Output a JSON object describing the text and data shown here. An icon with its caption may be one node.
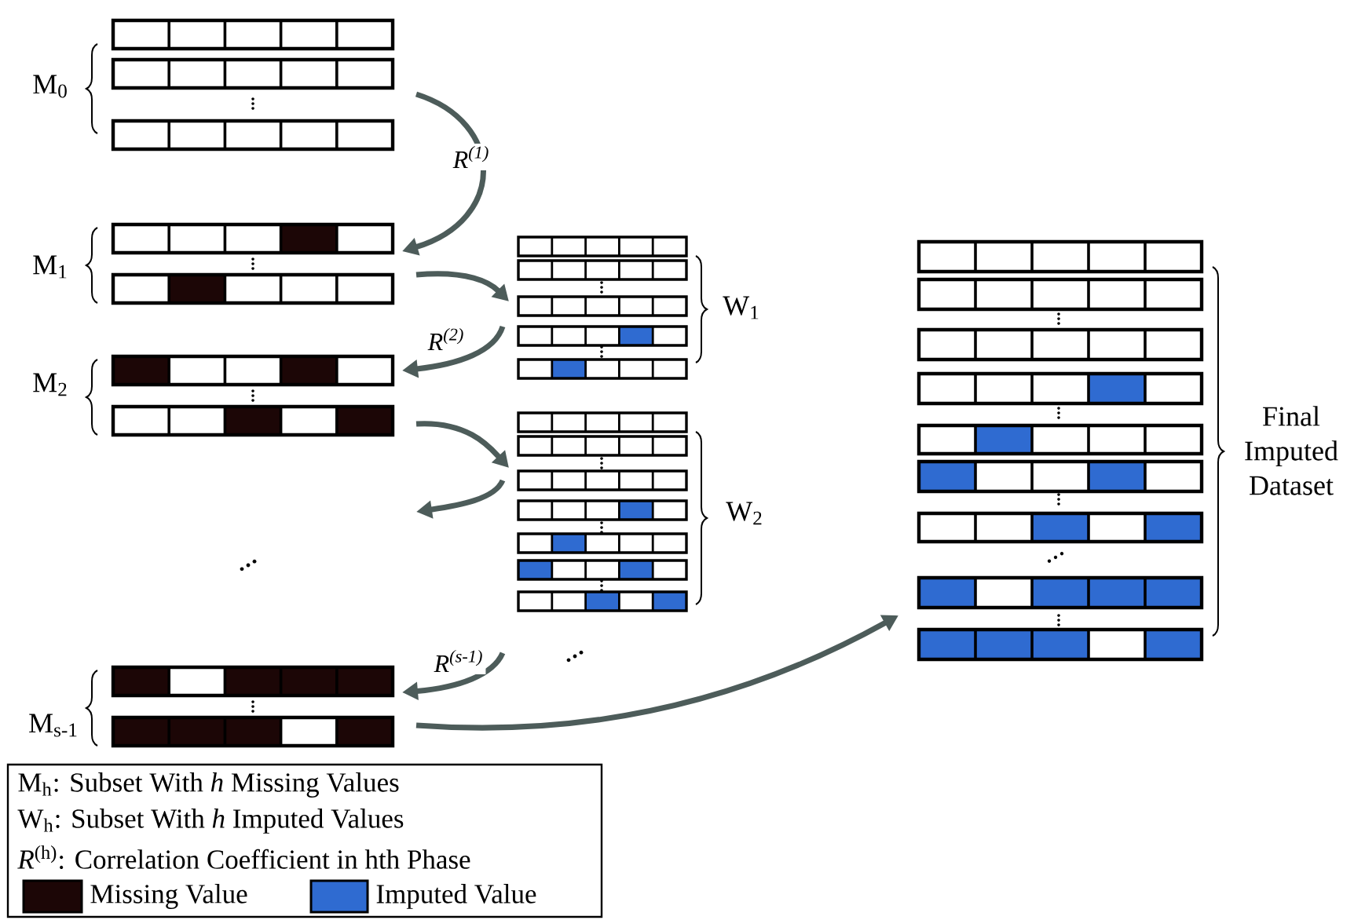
{
  "diagram": {
    "nodes": [
      {
        "text": [
          "M$_{0}$"
        ]
      },
      {
        "text": [
          "M$_{1}$"
        ]
      },
      {
        "text": [
          "M$_{2}$"
        ]
      },
      {
        "text": [
          "M$_{s-1}$"
        ]
      },
      {
        "text": [
          "W$_{1}$"
        ]
      },
      {
        "text": [
          "W$_{2}$"
        ]
      },
      {
        "text": [
          "Final Imputed Dataset"
        ]
      }
    ],
    "edges": [
      {
        "from": 0,
        "to": 1,
        "arrow": "to",
        "label": "R$^{(1)}$"
      },
      {
        "from": 1,
        "to": 4,
        "arrow": "to"
      },
      {
        "from": 4,
        "to": 2,
        "arrow": "to",
        "label": "R$^{(2)}$"
      },
      {
        "from": 2,
        "to": 5,
        "arrow": "to"
      },
      {
        "from": 5,
        "to": null,
        "arrow": "to"
      },
      {
        "from": null,
        "to": 3,
        "arrow": "to",
        "label": "R$^{(s-1)}$"
      },
      {
        "from": 3,
        "to": 6,
        "arrow": "to"
      }
    ],
    "labels": [
      "M$_{h}$: Subset With *h* Missing Values",
      "W$_{h}$: Subset With *h* Imputed Values",
      "*R*$^{(h)}$: Correlation Coefficient in hth Phase"
    ],
    "legend": [
      {
        "text": "Missing Value",
        "color": "#1c0606"
      },
      {
        "text": "Imputed Value",
        "color": "#2f6bd1"
      }
    ]
  }
}
